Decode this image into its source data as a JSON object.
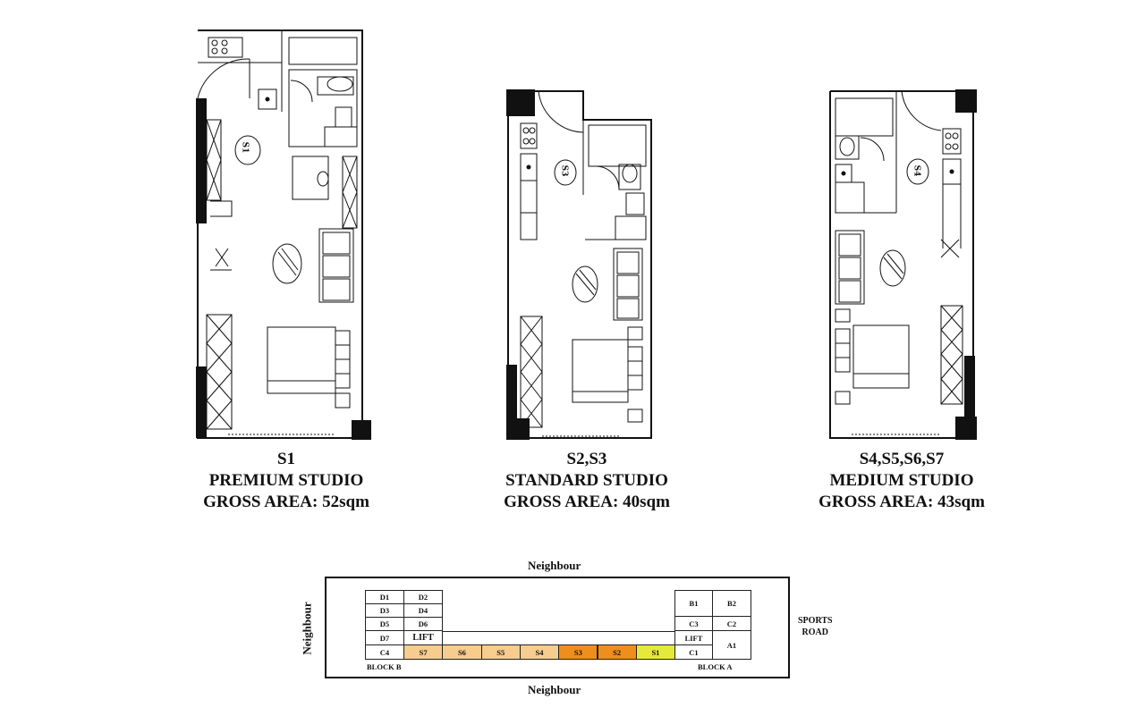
{
  "units": [
    {
      "code": "S1",
      "name": "PREMIUM STUDIO",
      "area": "GROSS AREA: 52sqm",
      "tag": "S1"
    },
    {
      "code": "S2,S3",
      "name": "STANDARD STUDIO",
      "area": "GROSS AREA: 40sqm",
      "tag": "S3"
    },
    {
      "code": "S4,S5,S6,S7",
      "name": "MEDIUM STUDIO",
      "area": "GROSS AREA: 43sqm",
      "tag": "S4"
    }
  ],
  "site_plan": {
    "top_label": "Neighbour",
    "bottom_label": "Neighbour",
    "left_label": "Neighbour",
    "right_label_line1": "SPORTS",
    "right_label_line2": "ROAD",
    "block_b_label": "BLOCK B",
    "block_a_label": "BLOCK A",
    "block_b": {
      "rows": [
        [
          "D1",
          "D2"
        ],
        [
          "D3",
          "D4"
        ],
        [
          "D5",
          "D6"
        ],
        [
          "D7",
          "LIFT"
        ],
        [
          "C4",
          ""
        ]
      ]
    },
    "block_a": {
      "cells": [
        "B1",
        "B2",
        "C3",
        "C2",
        "LIFT",
        "A1",
        "C1"
      ]
    },
    "corridor_units": [
      {
        "label": "S7",
        "color": "#f6cc8f"
      },
      {
        "label": "S6",
        "color": "#f6cc8f"
      },
      {
        "label": "S5",
        "color": "#f6cc8f"
      },
      {
        "label": "S4",
        "color": "#f6cc8f"
      },
      {
        "label": "S3",
        "color": "#ee8e1c"
      },
      {
        "label": "S2",
        "color": "#ee8e1c"
      },
      {
        "label": "S1",
        "color": "#e5ea3a"
      }
    ]
  }
}
